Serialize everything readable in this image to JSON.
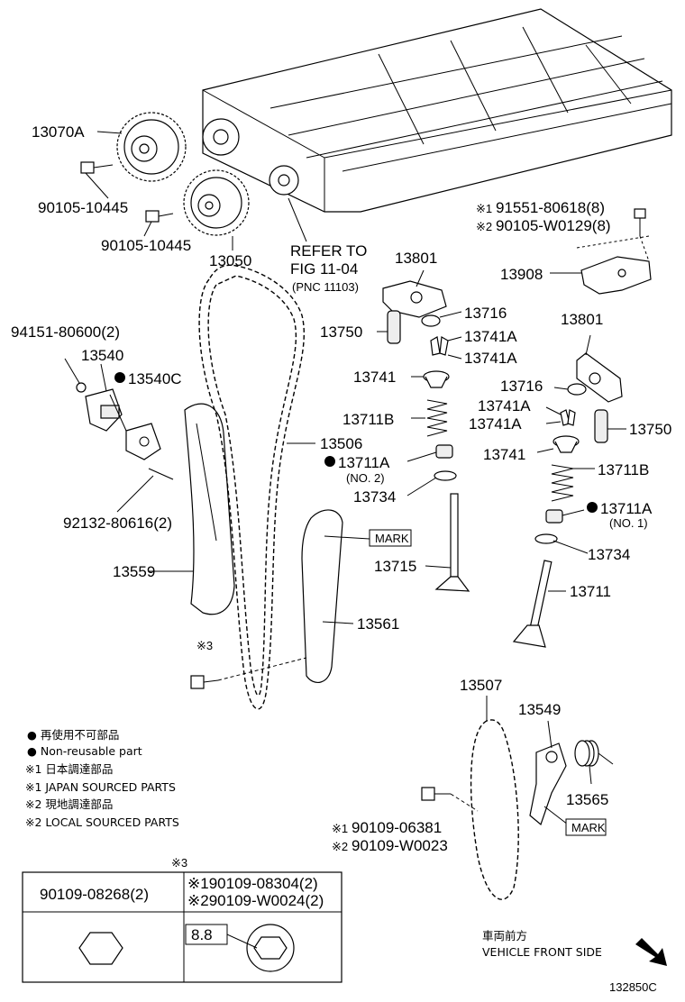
{
  "labels": {
    "l13070a": "13070A",
    "l90105a": "90105-10445",
    "l90105b": "90105-10445",
    "l13050": "13050",
    "refer1": "REFER TO",
    "refer2": "FIG 11-04",
    "refer3": "(PNC 11103)",
    "l91551": "91551-80618(8)",
    "l90105w": "90105-W0129(8)",
    "l13801a": "13801",
    "l13908": "13908",
    "l94151": "94151-80600(2)",
    "l13540": "13540",
    "l13540c": "13540C",
    "l13750a": "13750",
    "l13716a": "13716",
    "l13741aa": "13741A",
    "l13741ab": "13741A",
    "l13801b": "13801",
    "l13741a": "13741",
    "l13716b": "13716",
    "l13741ac": "13741A",
    "l13741ad": "13741A",
    "l13750b": "13750",
    "l13711b1": "13711B",
    "l13506": "13506",
    "l13741b": "13741",
    "l13711a1": "13711A",
    "l13711a1sub": "(NO. 2)",
    "l13711b2": "13711B",
    "l13734a": "13734",
    "l13711a2": "13711A",
    "l13711a2sub": "(NO. 1)",
    "l92132": "92132-80616(2)",
    "mark1": "MARK",
    "l13734b": "13734",
    "l13715": "13715",
    "l13559": "13559",
    "l13711": "13711",
    "l13561": "13561",
    "l13507": "13507",
    "l13549": "13549",
    "l13565": "13565",
    "mark2": "MARK",
    "l90109a": "90109-06381",
    "l90109b": "90109-W0023",
    "code": "132850C"
  },
  "refmarks": {
    "m1": "※1",
    "m2": "※2",
    "m3": "※3"
  },
  "legend": {
    "jp_nonreusable": "● 再使用不可部品",
    "en_nonreusable": "● Non-reusable part",
    "jp_japan": "※1 日本調達部品",
    "en_japan": "※1 JAPAN SOURCED PARTS",
    "jp_local": "※2 現地調達部品",
    "en_local": "※2 LOCAL SOURCED PARTS"
  },
  "table": {
    "header_mark": "※3",
    "col1": "90109-08268(2)",
    "col2a": "※190109-08304(2)",
    "col2b": "※290109-W0024(2)",
    "grade": "8.8"
  },
  "front": {
    "jp": "車両前方",
    "en": "VEHICLE FRONT SIDE"
  }
}
